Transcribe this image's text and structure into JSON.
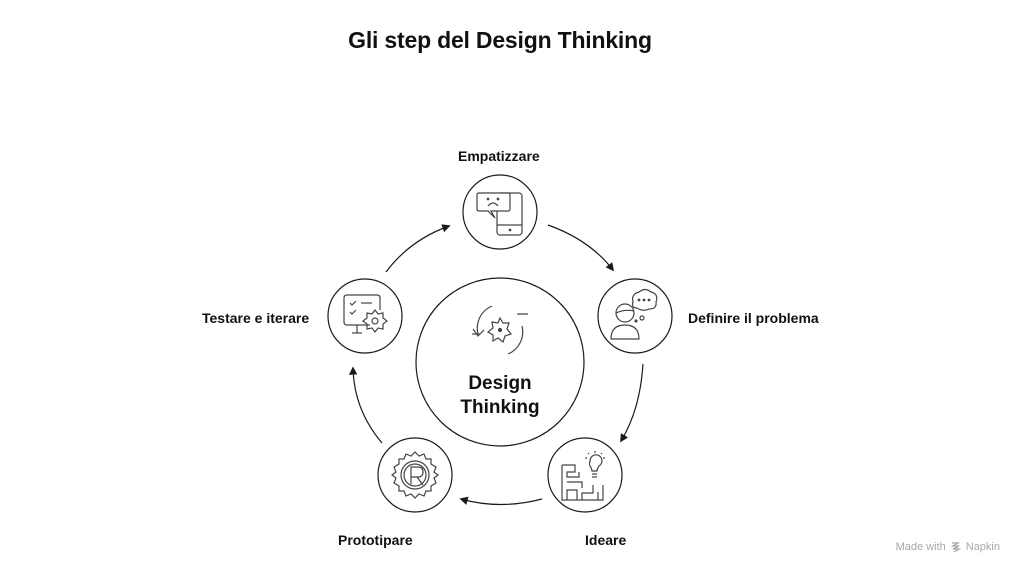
{
  "title": "Gli step del Design Thinking",
  "center": {
    "line1": "Design",
    "line2": "Thinking",
    "icon": "cycle-gear-icon"
  },
  "steps": [
    {
      "label": "Empatizzare",
      "icon": "chat-sad-phone-icon"
    },
    {
      "label": "Definire il problema",
      "icon": "person-thinking-icon"
    },
    {
      "label": "Ideare",
      "icon": "maze-lightbulb-icon"
    },
    {
      "label": "Prototipare",
      "icon": "gear-registered-icon"
    },
    {
      "label": "Testare e iterare",
      "icon": "monitor-checklist-gear-icon"
    }
  ],
  "watermark": {
    "prefix": "Made with",
    "brand": "Napkin"
  },
  "colors": {
    "stroke": "#1a1a1a",
    "icon": "#444444",
    "watermark": "#a8a8a8"
  }
}
